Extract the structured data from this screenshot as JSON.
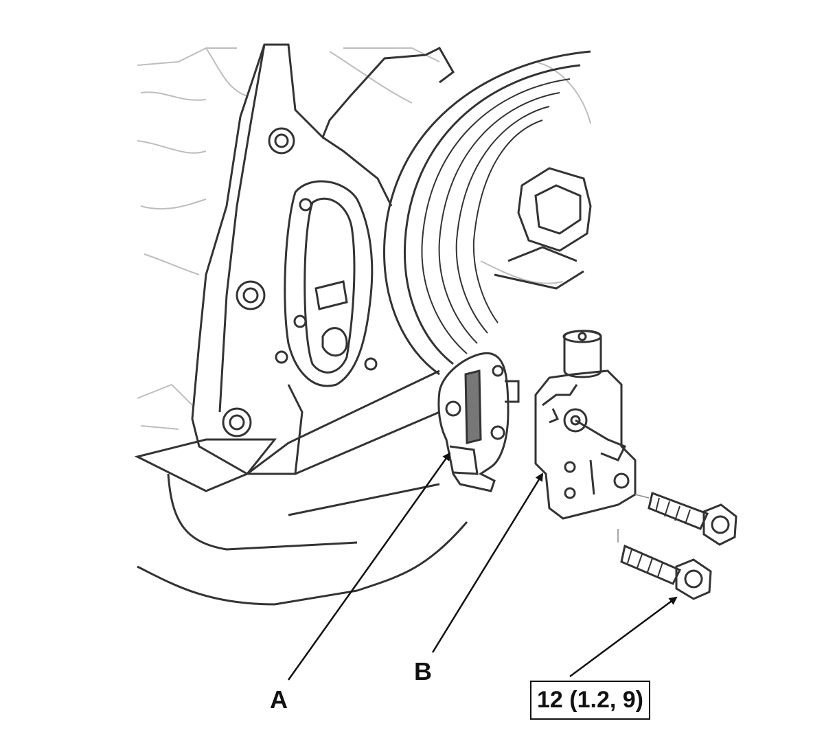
{
  "callouts": {
    "part_a": "A",
    "part_b": "B",
    "torque_spec": "12 (1.2, 9)"
  },
  "colors": {
    "line": "#333333",
    "faint_line": "#bdbdbd",
    "arrow": "#111111",
    "background": "#ffffff"
  }
}
